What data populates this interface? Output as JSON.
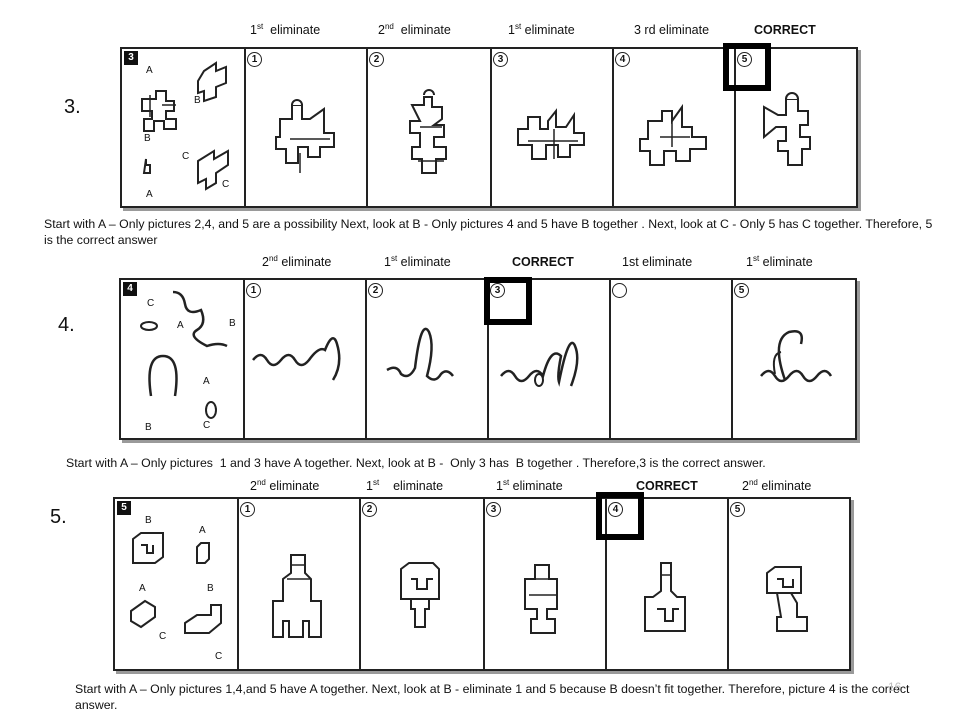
{
  "problems": [
    {
      "number": "3.",
      "panel_number": "3",
      "labels": [
        {
          "prefix": "1",
          "sup": "st",
          "rest": "  eliminate"
        },
        {
          "prefix": "2",
          "sup": "nd",
          "rest": "  eliminate"
        },
        {
          "prefix": "1",
          "sup": "st",
          "rest": " eliminate"
        },
        {
          "prefix": "3 rd eliminate",
          "sup": "",
          "rest": ""
        },
        {
          "prefix": "CORRECT",
          "sup": "",
          "rest": ""
        }
      ],
      "options": [
        "1",
        "2",
        "3",
        "4",
        "5"
      ],
      "part_tags": [
        "A",
        "B",
        "C",
        "B",
        "A",
        "C"
      ],
      "correct_option": "5",
      "explanation": "Start with A – Only pictures  2,4, and 5 are a possibility   Next, look at B -   Only pictures 4 and 5  have B together . Next, look at C  - Only 5 has C together. Therefore, 5  is the correct answer"
    },
    {
      "number": "4.",
      "panel_number": "4",
      "labels": [
        {
          "prefix": "2",
          "sup": "nd",
          "rest": " eliminate"
        },
        {
          "prefix": "1",
          "sup": "st",
          "rest": " eliminate"
        },
        {
          "prefix": "CORRECT",
          "sup": "",
          "rest": ""
        },
        {
          "prefix": "1st eliminate",
          "sup": "",
          "rest": ""
        },
        {
          "prefix": "1",
          "sup": "st",
          "rest": " eliminate"
        }
      ],
      "options": [
        "1",
        "2",
        "3",
        "",
        "5"
      ],
      "part_tags": [
        "C",
        "A",
        "B",
        "B",
        "A",
        "C"
      ],
      "correct_option": "3",
      "explanation": "Start with A – Only pictures  1 and 3 have A together. Next, look at B -  Only 3 has  B together . Therefore,3 is the correct answer."
    },
    {
      "number": "5.",
      "panel_number": "5",
      "labels": [
        {
          "prefix": "2",
          "sup": "nd",
          "rest": " eliminate"
        },
        {
          "prefix": "1",
          "sup": "st",
          "rest": "    eliminate"
        },
        {
          "prefix": "1",
          "sup": "st",
          "rest": " eliminate"
        },
        {
          "prefix": "CORRECT",
          "sup": "",
          "rest": ""
        },
        {
          "prefix": "2",
          "sup": "nd",
          "rest": " eliminate"
        }
      ],
      "options": [
        "1",
        "2",
        "3",
        "4",
        "5"
      ],
      "part_tags": [
        "B",
        "A",
        "A",
        "B",
        "C",
        "C"
      ],
      "correct_option": "4",
      "explanation": "Start with A – Only pictures  1,4,and 5 have A together. Next, look at B -  eliminate 1 and 5  because B doesn’t fit together. Therefore, picture 4 is the correct answer."
    }
  ],
  "page_number": "16"
}
